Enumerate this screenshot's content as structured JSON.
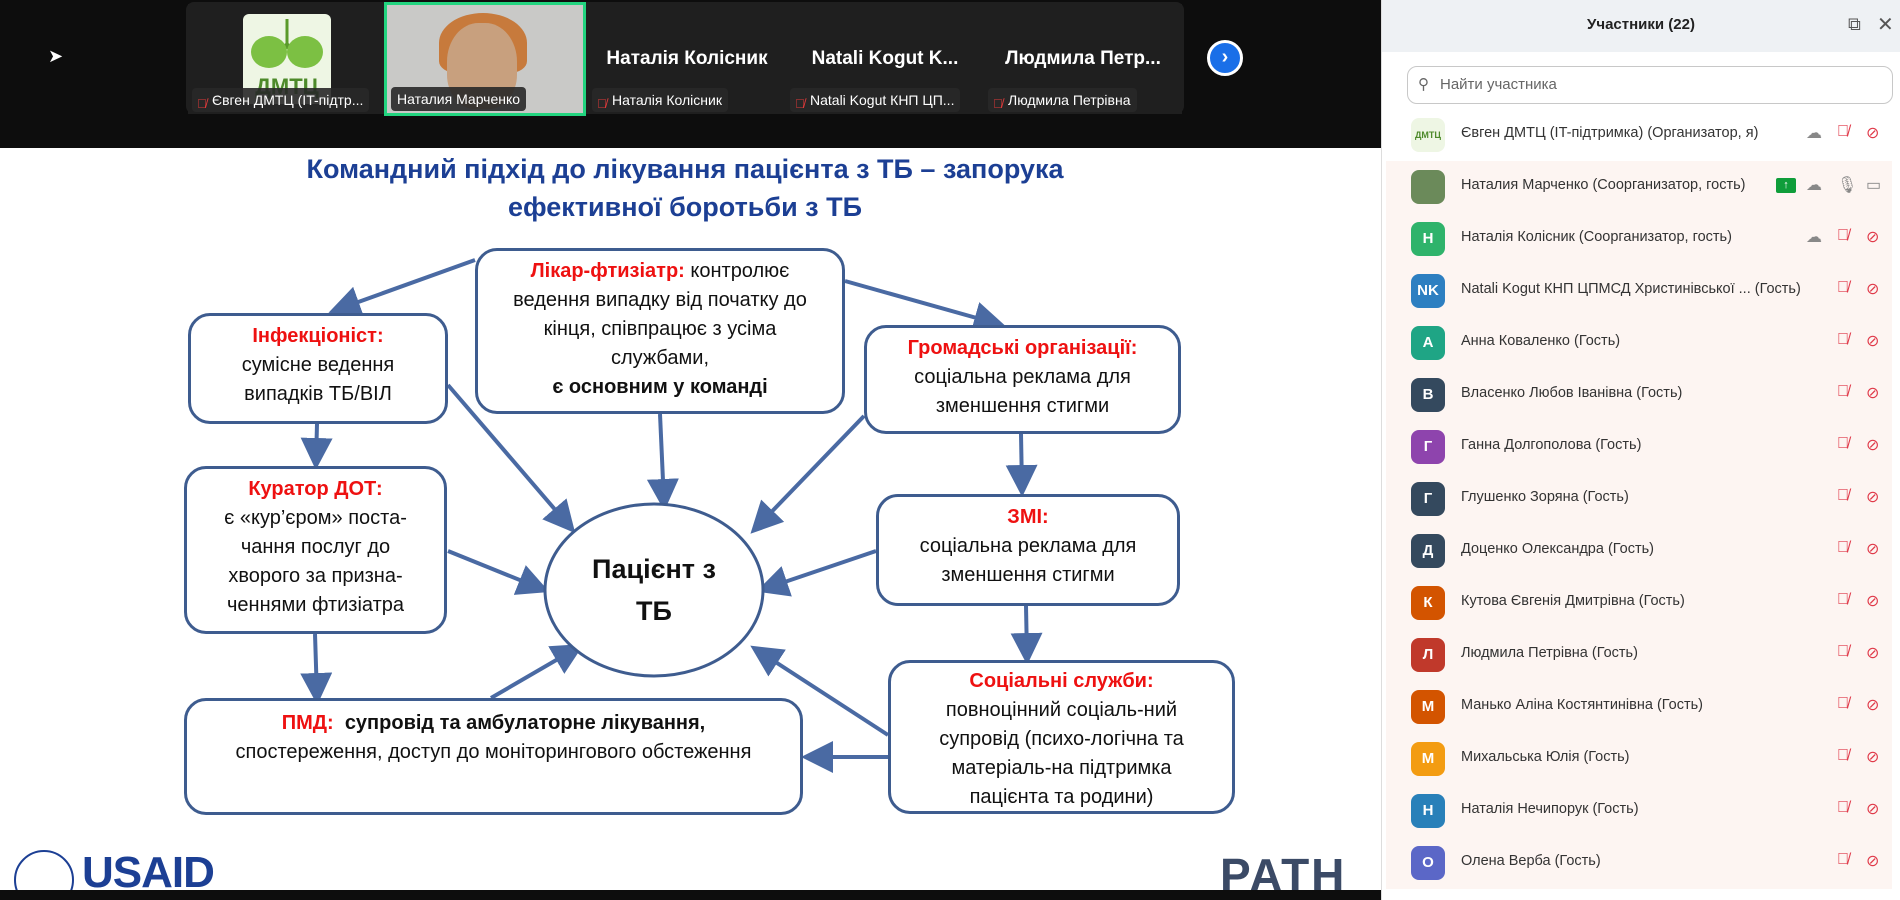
{
  "strip": {
    "tiles": [
      {
        "label": "Євген ДМТЦ (IT-підтр...",
        "logo_text": "ДМТЦ"
      },
      {
        "label": "Наталия Марченко"
      },
      {
        "big": "Наталія Колісник",
        "label": "Наталія Колісник"
      },
      {
        "big": "Natali Kogut K...",
        "label": "Natali Kogut КНП ЦП..."
      },
      {
        "big": "Людмила Петр...",
        "label": "Людмила Петрівна"
      }
    ],
    "next_icon": "›"
  },
  "slide": {
    "title_line1": "Командний підхід до лікування пацієнта з ТБ – запорука",
    "title_line2": "ефективної боротьби з ТБ",
    "center": {
      "line1": "Пацієнт з",
      "line2": "ТБ"
    },
    "likar": {
      "label": "Лікар-фтизіатр:",
      "text": " контролює ведення випадку від початку до кінця, співпрацює з усіма службами,",
      "bold": "є основним у команді"
    },
    "infek": {
      "label": "Інфекціоніст:",
      "text": "сумісне ведення випадків ТБ/ВІЛ"
    },
    "hromad": {
      "label": "Громадські організації:",
      "text": "соціальна реклама для зменшення стигми"
    },
    "kurator": {
      "label": "Куратор ДОТ:",
      "text": "є «кур’єром» поста-чання послуг до хворого за призна-ченнями фтизіатра"
    },
    "zmi": {
      "label": "ЗМІ:",
      "text": "соціальна реклама для зменшення стигми"
    },
    "pmd": {
      "label": "ПМД:",
      "bold": "супровід та амбулаторне лікування,",
      "text": "спостереження, доступ до моніторингового обстеження"
    },
    "social": {
      "label": "Соціальні служби:",
      "text": "повноцінний соціаль-ний супровід (психо-логічна та матеріаль-на підтримка пацієнта та родини)"
    },
    "logo_left": "USAID",
    "logo_right": "PATH",
    "colors": {
      "title": "#1c3f94",
      "label": "#ee1111",
      "arrow": "#4a6aa3"
    }
  },
  "panel": {
    "title": "Участники (22)",
    "search_placeholder": "Найти участника",
    "participants": [
      {
        "name": "Євген ДМТЦ (IT-підтримка) (Организатор, я)",
        "avatar": "ДМТЦ",
        "color": "#eef6e4",
        "cloud": true,
        "mic": "muted",
        "cam": "off"
      },
      {
        "name": "Наталия Марченко (Соорганизатор, гость)",
        "avatar": "",
        "color": "#6b8a5a",
        "cloud": true,
        "raised": true,
        "mic": "on",
        "cam": "on"
      },
      {
        "name": "Наталія Колісник (Соорганизатор, гость)",
        "avatar": "Н",
        "color": "#2fb36b",
        "cloud": true,
        "mic": "muted",
        "cam": "off"
      },
      {
        "name": "Natali Kogut КНП ЦПМСД Христинівської ...  (Гость)",
        "avatar": "NK",
        "color": "#2d7fc1",
        "mic": "muted",
        "cam": "off"
      },
      {
        "name": "Анна Коваленко (Гость)",
        "avatar": "А",
        "color": "#1fa585",
        "mic": "muted",
        "cam": "off"
      },
      {
        "name": "Власенко  Любов Іванівна (Гость)",
        "avatar": "В",
        "color": "#34495e",
        "mic": "muted",
        "cam": "off"
      },
      {
        "name": "Ганна Долгополова (Гость)",
        "avatar": "Г",
        "color": "#8e44ad",
        "mic": "muted",
        "cam": "off"
      },
      {
        "name": "Глушенко Зоряна (Гость)",
        "avatar": "Г",
        "color": "#34495e",
        "mic": "muted",
        "cam": "off"
      },
      {
        "name": "Доценко Олександра (Гость)",
        "avatar": "Д",
        "color": "#34495e",
        "mic": "muted",
        "cam": "off"
      },
      {
        "name": "Кутова Євгенія Дмитрівна (Гость)",
        "avatar": "К",
        "color": "#d35400",
        "mic": "muted",
        "cam": "off"
      },
      {
        "name": "Людмила Петрівна (Гость)",
        "avatar": "Л",
        "color": "#c0392b",
        "mic": "muted",
        "cam": "off"
      },
      {
        "name": "Манько Аліна Костянтинівна (Гость)",
        "avatar": "М",
        "color": "#d35400",
        "mic": "muted",
        "cam": "off"
      },
      {
        "name": "Михальська Юлія (Гость)",
        "avatar": "М",
        "color": "#f39c12",
        "mic": "muted",
        "cam": "off"
      },
      {
        "name": "Наталія   Нечипорук (Гость)",
        "avatar": "Н",
        "color": "#2980b9",
        "mic": "muted",
        "cam": "off"
      },
      {
        "name": "Олена Верба (Гость)",
        "avatar": "О",
        "color": "#5b67c7",
        "mic": "muted",
        "cam": "off"
      }
    ]
  }
}
